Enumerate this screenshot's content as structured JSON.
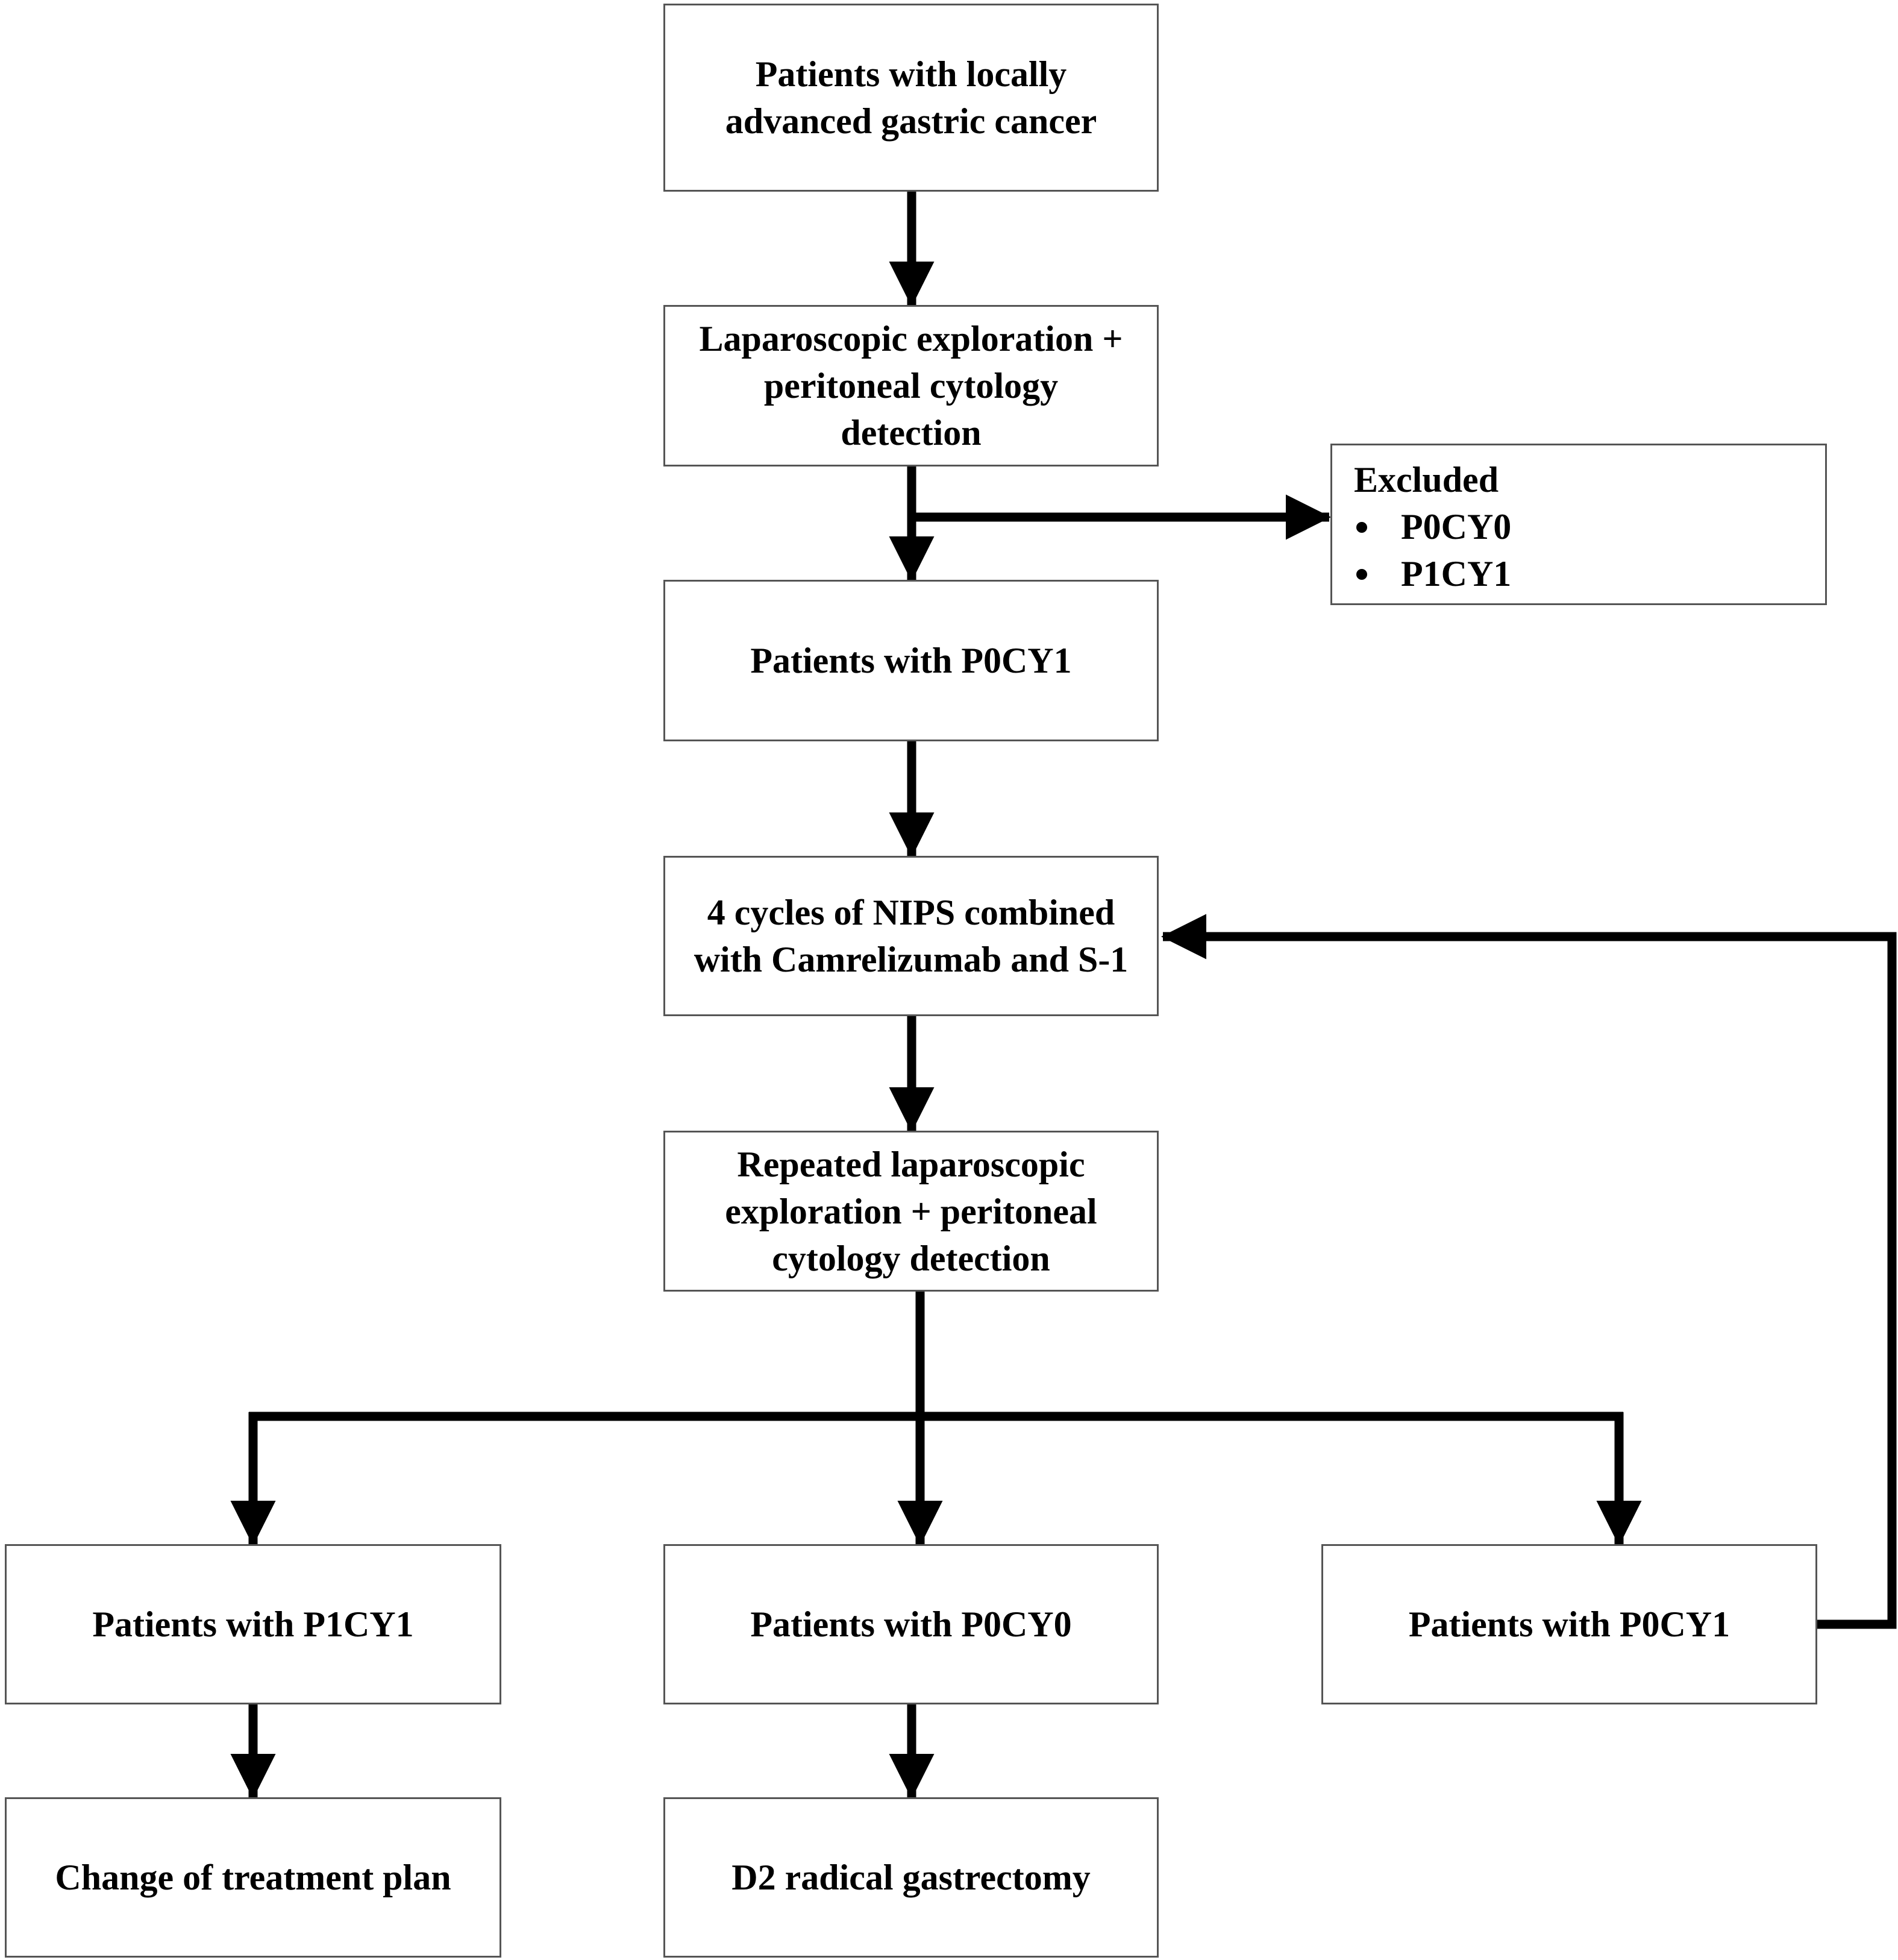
{
  "nodes": {
    "start": "Patients with locally\nadvanced gastric cancer",
    "explore1": "Laparoscopic exploration +\nperitoneal cytology\ndetection",
    "excluded": {
      "title": "Excluded",
      "items": [
        "P0CY0",
        "P1CY1"
      ]
    },
    "p0cy1_first": "Patients with P0CY1",
    "nips": "4 cycles of NIPS combined\nwith Camrelizumab and S-1",
    "explore2": "Repeated  laparoscopic\nexploration + peritoneal\ncytology detection",
    "p1cy1": "Patients with P1CY1",
    "p0cy0": "Patients with P0CY0",
    "p0cy1_second": "Patients with P0CY1",
    "change_plan": "Change of treatment plan",
    "gastrectomy": "D2 radical gastrectomy"
  }
}
